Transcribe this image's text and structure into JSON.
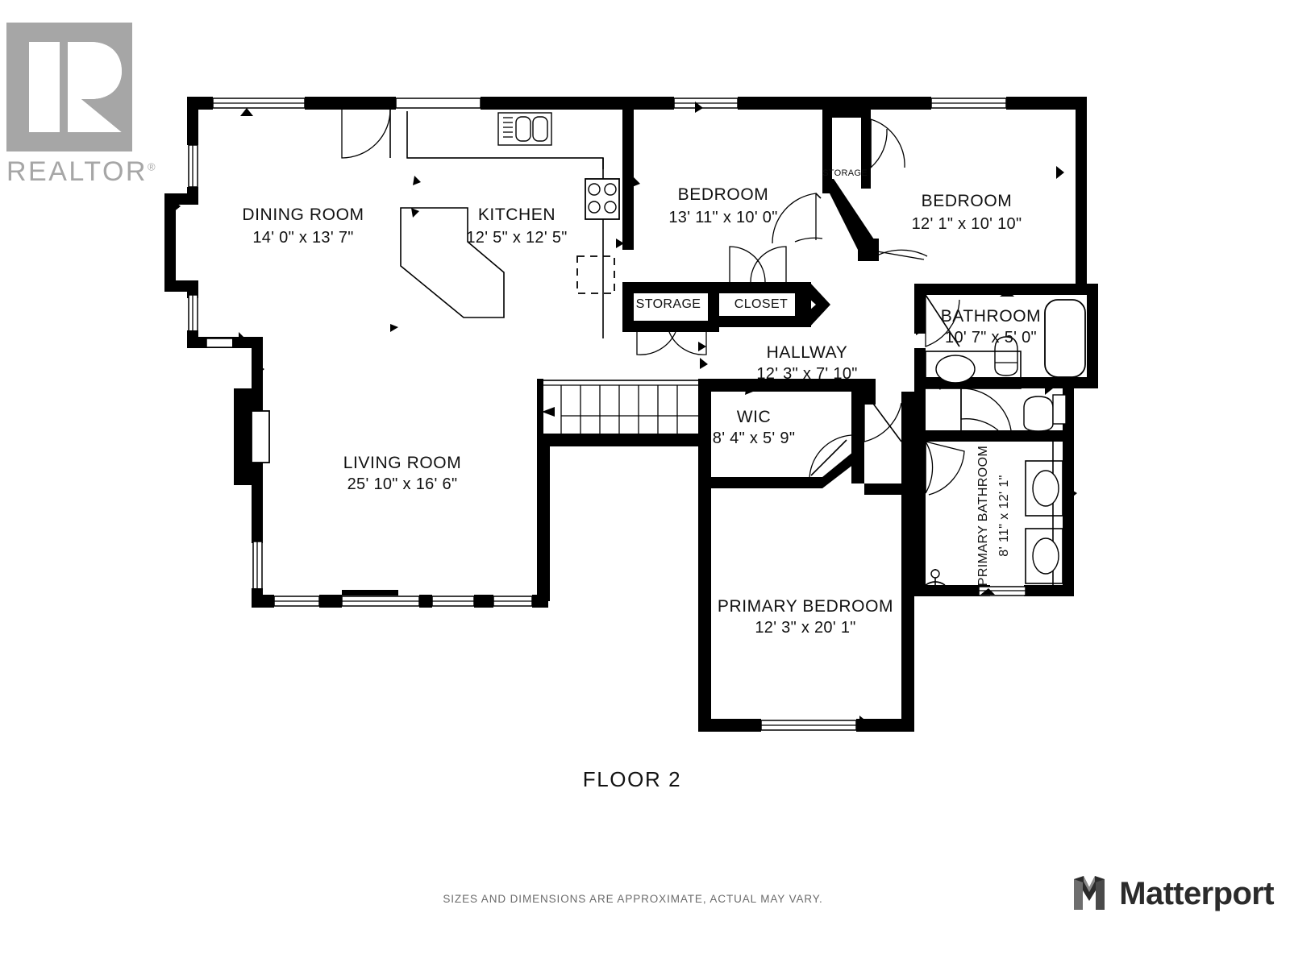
{
  "branding": {
    "realtor_text": "REALTOR",
    "realtor_registered": "®",
    "matterport_text": "Matterport"
  },
  "title": "FLOOR 2",
  "footer": {
    "disclaimer": "SIZES AND DIMENSIONS ARE APPROXIMATE, ACTUAL MAY VARY."
  },
  "rooms": [
    {
      "name": "DINING ROOM",
      "dimensions": "14' 0\" x 13' 7\""
    },
    {
      "name": "KITCHEN",
      "dimensions": "12' 5\" x 12' 5\""
    },
    {
      "name": "BEDROOM",
      "dimensions": "13' 11\" x 10' 0\""
    },
    {
      "name": "BEDROOM",
      "dimensions": "12' 1\" x 10' 10\""
    },
    {
      "name": "STORAGE",
      "dimensions": ""
    },
    {
      "name": "STORAGE",
      "dimensions": ""
    },
    {
      "name": "CLOSET",
      "dimensions": ""
    },
    {
      "name": "BATHROOM",
      "dimensions": "10' 7\" x 5' 0\""
    },
    {
      "name": "HALLWAY",
      "dimensions": "12' 3\" x 7' 10\""
    },
    {
      "name": "WIC",
      "dimensions": "8' 4\" x 5' 9\""
    },
    {
      "name": "LIVING ROOM",
      "dimensions": "25' 10\" x 16' 6\""
    },
    {
      "name": "PRIMARY BEDROOM",
      "dimensions": "12' 3\" x 20' 1\""
    },
    {
      "name": "PRIMARY BATHROOM",
      "dimensions": "8' 11\" x 12' 1\""
    }
  ],
  "colors": {
    "wall": "#000000",
    "background": "#ffffff",
    "logo_gray": "#a6a6a6",
    "footer_gray": "#6b6b6b",
    "text": "#111111"
  }
}
